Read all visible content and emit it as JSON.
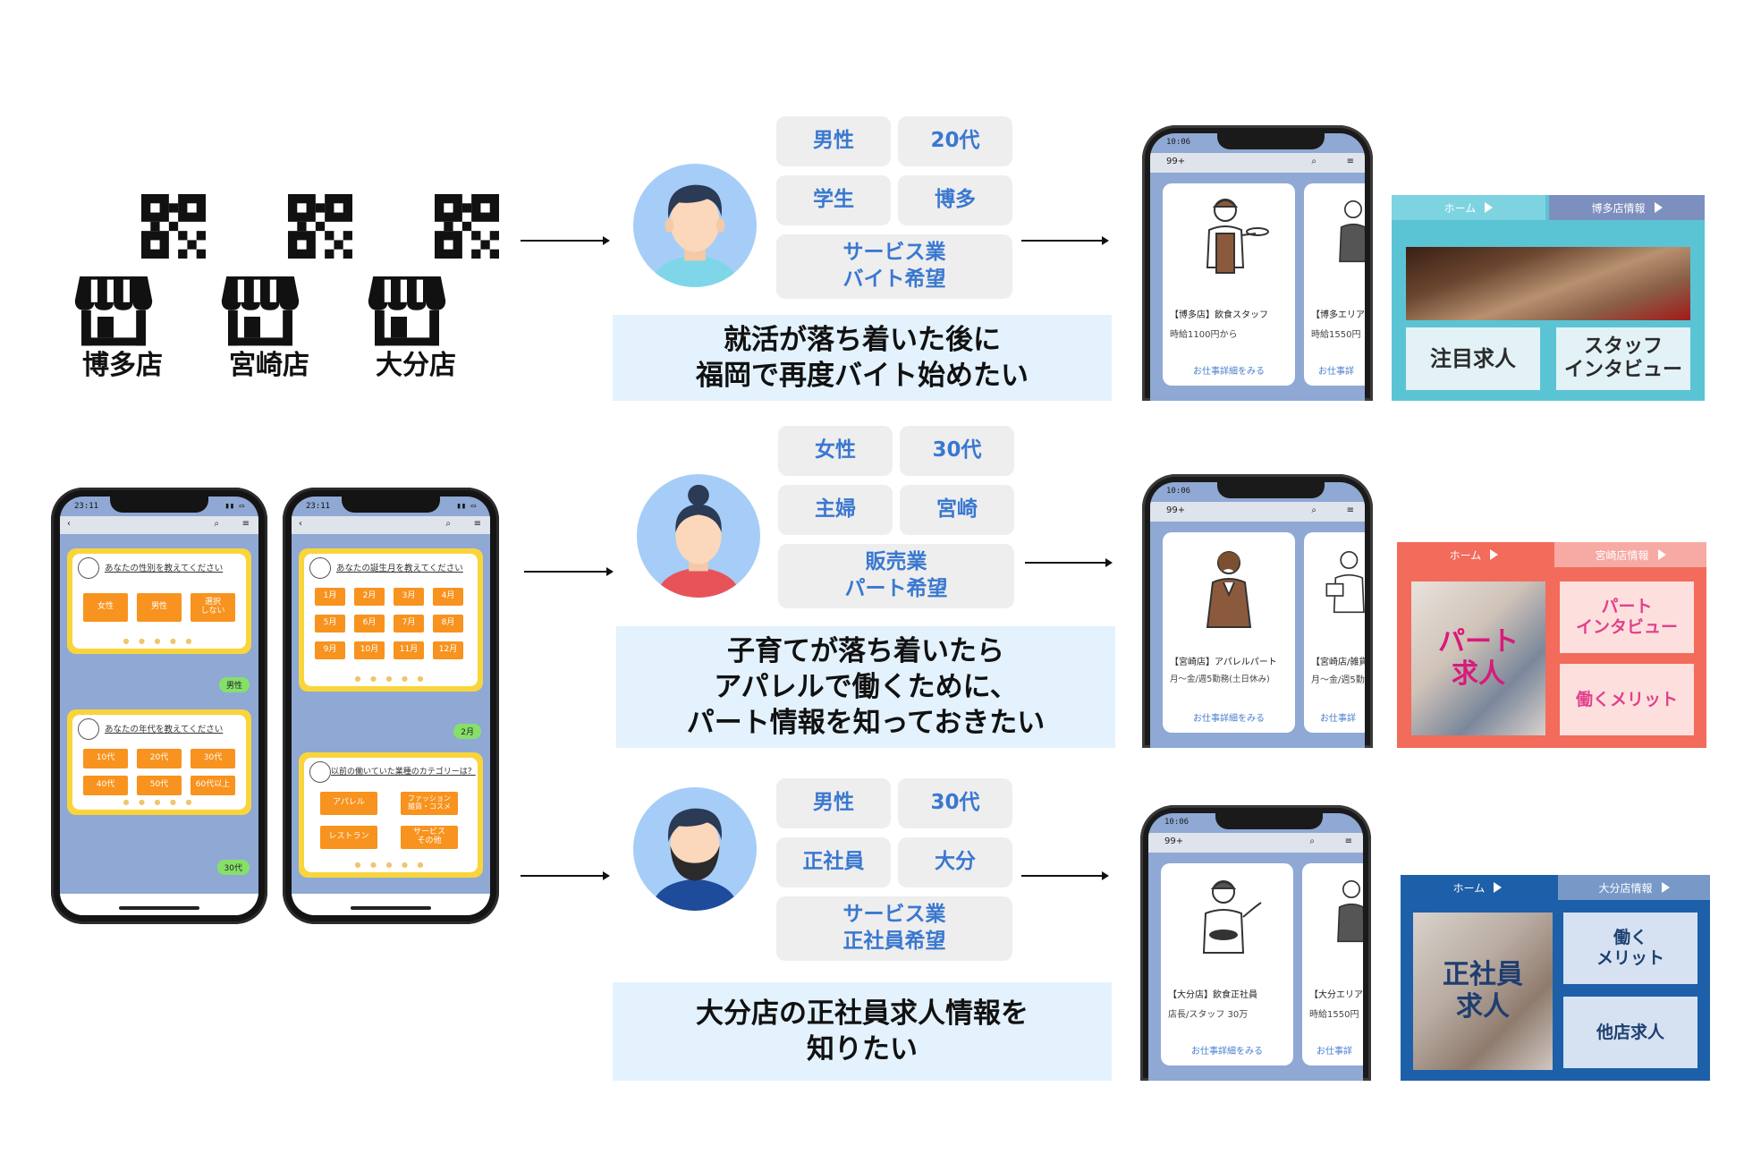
{
  "stores": [
    {
      "label": "博多店"
    },
    {
      "label": "宮崎店"
    },
    {
      "label": "大分店"
    }
  ],
  "line_phone_1": {
    "time": "23:11",
    "q1": "あなたの性別を教えてください",
    "q1_options": [
      "女性",
      "男性",
      "選択\nしない"
    ],
    "reply1": "男性",
    "q2": "あなたの年代を教えてください",
    "q2_options": [
      "10代",
      "20代",
      "30代",
      "40代",
      "50代",
      "60代以上"
    ],
    "reply2": "30代"
  },
  "line_phone_2": {
    "time": "23:11",
    "q1": "あなたの誕生月を教えてください",
    "q1_options": [
      "1月",
      "2月",
      "3月",
      "4月",
      "5月",
      "6月",
      "7月",
      "8月",
      "9月",
      "10月",
      "11月",
      "12月"
    ],
    "reply1": "2月",
    "q2": "以前の働いていた業種のカテゴリーは？",
    "q2_options": [
      "アパレル",
      "ファッション\n雑貨・コスメ",
      "レストラン",
      "サービス\nその他"
    ]
  },
  "personas": [
    {
      "tags": [
        "男性",
        "20代",
        "学生",
        "博多",
        "サービス業\nバイト希望"
      ],
      "description": "就活が落ち着いた後に\n福岡で再度バイト始めたい",
      "phone_time": "10:06",
      "phone_badge": "99+",
      "job_card_1": {
        "title": "【博多店】飲食スタッフ",
        "sub": "時給1100円から",
        "link": "お仕事詳細をみる"
      },
      "job_card_2": {
        "title": "【博多エリア",
        "sub": "時給1550円",
        "link": "お仕事詳"
      },
      "panel": {
        "tab_home": "ホーム",
        "tab_store": "博多店情報",
        "box1": "注目求人",
        "box2": "スタッフ\nインタビュー",
        "color": "#5bc4d4"
      }
    },
    {
      "tags": [
        "女性",
        "30代",
        "主婦",
        "宮崎",
        "販売業\nパート希望"
      ],
      "description": "子育てが落ち着いたら\nアパレルで働くために、\nパート情報を知っておきたい",
      "phone_time": "10:06",
      "phone_badge": "99+",
      "job_card_1": {
        "title": "【宮崎店】アパレルパート",
        "sub": "月〜金/週5勤務(土日休み)",
        "link": "お仕事詳細をみる"
      },
      "job_card_2": {
        "title": "【宮崎店/雑貨",
        "sub": "月〜金/週5勤",
        "link": "お仕事詳"
      },
      "panel": {
        "tab_home": "ホーム",
        "tab_store": "宮崎店情報",
        "box_main": "パート\n求人",
        "box1": "パート\nインタビュー",
        "box2": "働くメリット",
        "color": "#f26b5b"
      }
    },
    {
      "tags": [
        "男性",
        "30代",
        "正社員",
        "大分",
        "サービス業\n正社員希望"
      ],
      "description": "大分店の正社員求人情報を\n知りたい",
      "phone_time": "10:06",
      "phone_badge": "99+",
      "job_card_1": {
        "title": "【大分店】飲食正社員",
        "sub": "店長/スタッフ 30万",
        "link": "お仕事詳細をみる"
      },
      "job_card_2": {
        "title": "【大分エリア",
        "sub": "時給1550円",
        "link": "お仕事詳"
      },
      "panel": {
        "tab_home": "ホーム",
        "tab_store": "大分店情報",
        "box_main": "正社員\n求人",
        "box1": "働く\nメリット",
        "box2": "他店求人",
        "color": "#1d5fa8"
      }
    }
  ]
}
